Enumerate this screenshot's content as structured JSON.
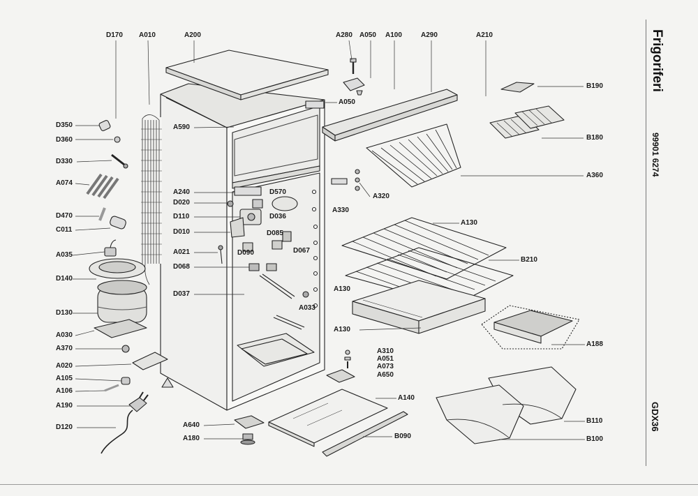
{
  "sheet": {
    "title": "Frigoriferi",
    "code": "99901 6274",
    "model": "GDX36"
  },
  "labels": [
    {
      "id": "D170",
      "text": "D170"
    },
    {
      "id": "A010",
      "text": "A010"
    },
    {
      "id": "A200",
      "text": "A200"
    },
    {
      "id": "A280",
      "text": "A280"
    },
    {
      "id": "A050t",
      "text": "A050"
    },
    {
      "id": "A100",
      "text": "A100"
    },
    {
      "id": "A290",
      "text": "A290"
    },
    {
      "id": "A210",
      "text": "A210"
    },
    {
      "id": "A050",
      "text": "A050"
    },
    {
      "id": "B190",
      "text": "B190"
    },
    {
      "id": "D350",
      "text": "D350"
    },
    {
      "id": "A590",
      "text": "A590"
    },
    {
      "id": "B180",
      "text": "B180"
    },
    {
      "id": "D360",
      "text": "D360"
    },
    {
      "id": "D330",
      "text": "D330"
    },
    {
      "id": "A360",
      "text": "A360"
    },
    {
      "id": "A074",
      "text": "A074"
    },
    {
      "id": "A240",
      "text": "A240"
    },
    {
      "id": "D570",
      "text": "D570"
    },
    {
      "id": "D020",
      "text": "D020"
    },
    {
      "id": "A320",
      "text": "A320"
    },
    {
      "id": "A330",
      "text": "A330"
    },
    {
      "id": "D470",
      "text": "D470"
    },
    {
      "id": "D110",
      "text": "D110"
    },
    {
      "id": "D036",
      "text": "D036"
    },
    {
      "id": "C011",
      "text": "C011"
    },
    {
      "id": "A130a",
      "text": "A130"
    },
    {
      "id": "D010",
      "text": "D010"
    },
    {
      "id": "D085",
      "text": "D085"
    },
    {
      "id": "D067",
      "text": "D067"
    },
    {
      "id": "A035",
      "text": "A035"
    },
    {
      "id": "A021",
      "text": "A021"
    },
    {
      "id": "D090",
      "text": "D090"
    },
    {
      "id": "B210",
      "text": "B210"
    },
    {
      "id": "D068",
      "text": "D068"
    },
    {
      "id": "D140",
      "text": "D140"
    },
    {
      "id": "A130b",
      "text": "A130"
    },
    {
      "id": "D037",
      "text": "D037"
    },
    {
      "id": "A033",
      "text": "A033"
    },
    {
      "id": "D130",
      "text": "D130"
    },
    {
      "id": "A130c",
      "text": "A130"
    },
    {
      "id": "A030",
      "text": "A030"
    },
    {
      "id": "A188",
      "text": "A188"
    },
    {
      "id": "A370",
      "text": "A370"
    },
    {
      "id": "A310",
      "text": "A310"
    },
    {
      "id": "A051",
      "text": "A051"
    },
    {
      "id": "A020",
      "text": "A020"
    },
    {
      "id": "A073",
      "text": "A073"
    },
    {
      "id": "A650",
      "text": "A650"
    },
    {
      "id": "A105",
      "text": "A105"
    },
    {
      "id": "A106",
      "text": "A106"
    },
    {
      "id": "A140",
      "text": "A140"
    },
    {
      "id": "A190",
      "text": "A190"
    },
    {
      "id": "B110",
      "text": "B110"
    },
    {
      "id": "D120",
      "text": "D120"
    },
    {
      "id": "A640",
      "text": "A640"
    },
    {
      "id": "B090",
      "text": "B090"
    },
    {
      "id": "A180",
      "text": "A180"
    },
    {
      "id": "B100",
      "text": "B100"
    }
  ]
}
